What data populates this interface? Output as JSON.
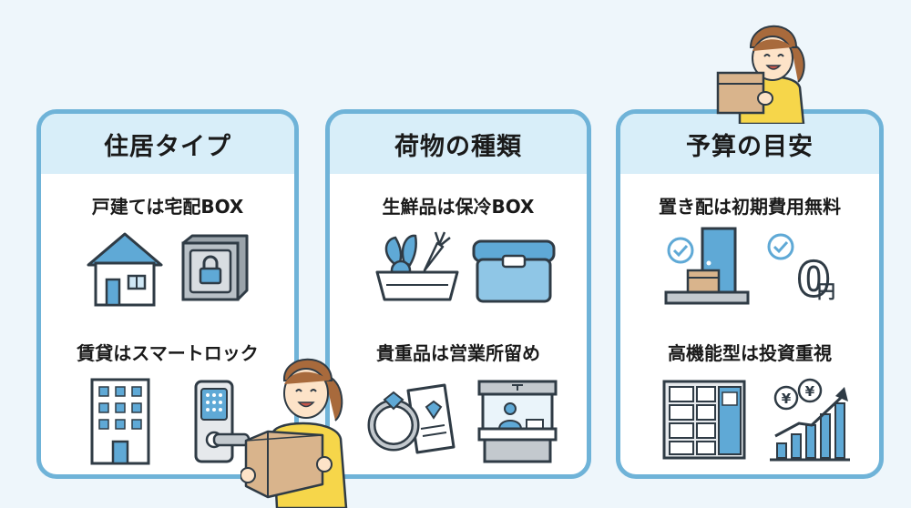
{
  "cards": [
    {
      "title": "住居タイプ",
      "items": [
        {
          "label": "戸建ては宅配BOX",
          "icons": [
            "house-icon",
            "safe-box-icon"
          ]
        },
        {
          "label": "賃貸はスマートロック",
          "icons": [
            "apartment-building-icon",
            "smart-lock-icon"
          ]
        }
      ]
    },
    {
      "title": "荷物の種類",
      "items": [
        {
          "label": "生鮮品は保冷BOX",
          "icons": [
            "vegetable-basket-icon",
            "cooler-box-icon"
          ]
        },
        {
          "label": "貴重品は営業所留め",
          "icons": [
            "ring-document-icon",
            "service-counter-icon"
          ]
        }
      ]
    },
    {
      "title": "予算の目安",
      "items": [
        {
          "label": "置き配は初期費用無料",
          "icons": [
            "doorstep-package-icon",
            "zero-yen-icon"
          ]
        },
        {
          "label": "高機能型は投資重視",
          "icons": [
            "parcel-locker-icon",
            "investment-chart-icon"
          ]
        }
      ]
    }
  ],
  "zero_yen": {
    "number": "0",
    "unit": "円"
  },
  "coins": [
    "¥",
    "¥"
  ],
  "colors": {
    "border": "#6fb3d8",
    "header_bg": "#d8eef9",
    "icon_blue": "#5fa9d6",
    "icon_stroke": "#2f3b45",
    "box_brown": "#d9b48c",
    "hoodie_yellow": "#f6d64a",
    "page_bg": "#eef6fb"
  }
}
